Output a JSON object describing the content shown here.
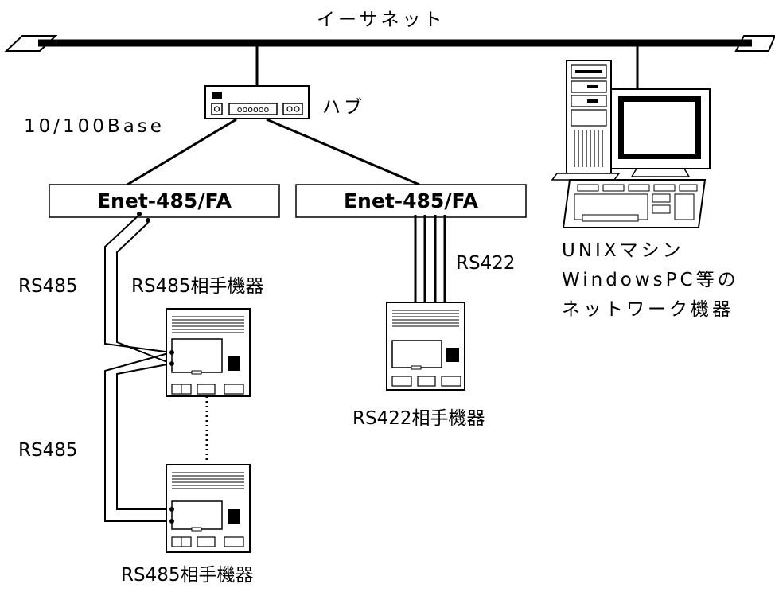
{
  "ethernet_label": "イーサネット",
  "hub_label": "ハブ",
  "speed_label": "10/100Base",
  "converter_left_label": "Enet-485/FA",
  "converter_right_label": "Enet-485/FA",
  "rs485_link_top": "RS485",
  "rs485_link_bottom": "RS485",
  "rs422_link": "RS422",
  "rs485_device_top": "RS485相手機器",
  "rs485_device_bottom": "RS485相手機器",
  "rs422_device": "RS422相手機器",
  "network_devices_line1": "UNIXマシン",
  "network_devices_line2": "WindowsPC等の",
  "network_devices_line3": "ネットワーク機器",
  "hub_port_glyphs": "oooooo"
}
